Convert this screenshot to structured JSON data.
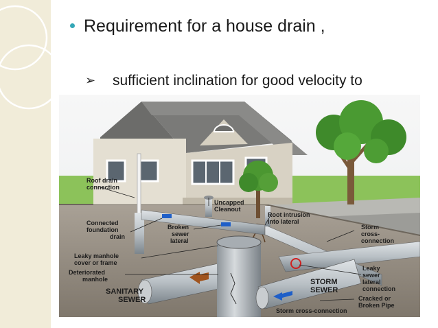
{
  "slide": {
    "bullet_text": "Requirement for a house drain ,",
    "sub_bullet_text": "sufficient inclination for good velocity to",
    "sub_bullet_marker": "➢",
    "accent_color": "#34a7b7",
    "sidebar_color": "#f1ecd9"
  },
  "illustration": {
    "labels": {
      "roof_drain": [
        "Roof drain",
        "connection"
      ],
      "uncapped": [
        "Uncapped",
        "Cleanout"
      ],
      "connected": [
        "Connected",
        "foundation",
        "drain"
      ],
      "broken_sewer": [
        "Broken",
        "sewer",
        "lateral"
      ],
      "root": [
        "Root intrusion",
        "into lateral"
      ],
      "storm_cross": [
        "Storm",
        "cross-",
        "connection"
      ],
      "leaky_manhole": [
        "Leaky manhole",
        "cover or frame"
      ],
      "deteriorated": [
        "Deteriorated",
        "manhole"
      ],
      "leaky_sewer": [
        "Leaky",
        "sewer",
        "lateral",
        "connection"
      ],
      "storm_sewer": [
        "STORM",
        "SEWER"
      ],
      "sanitary": [
        "SANITARY",
        "SEWER"
      ],
      "cracked": [
        "Cracked or",
        "Broken Pipe"
      ],
      "storm_bottom": [
        "Storm cross-connection"
      ]
    }
  }
}
